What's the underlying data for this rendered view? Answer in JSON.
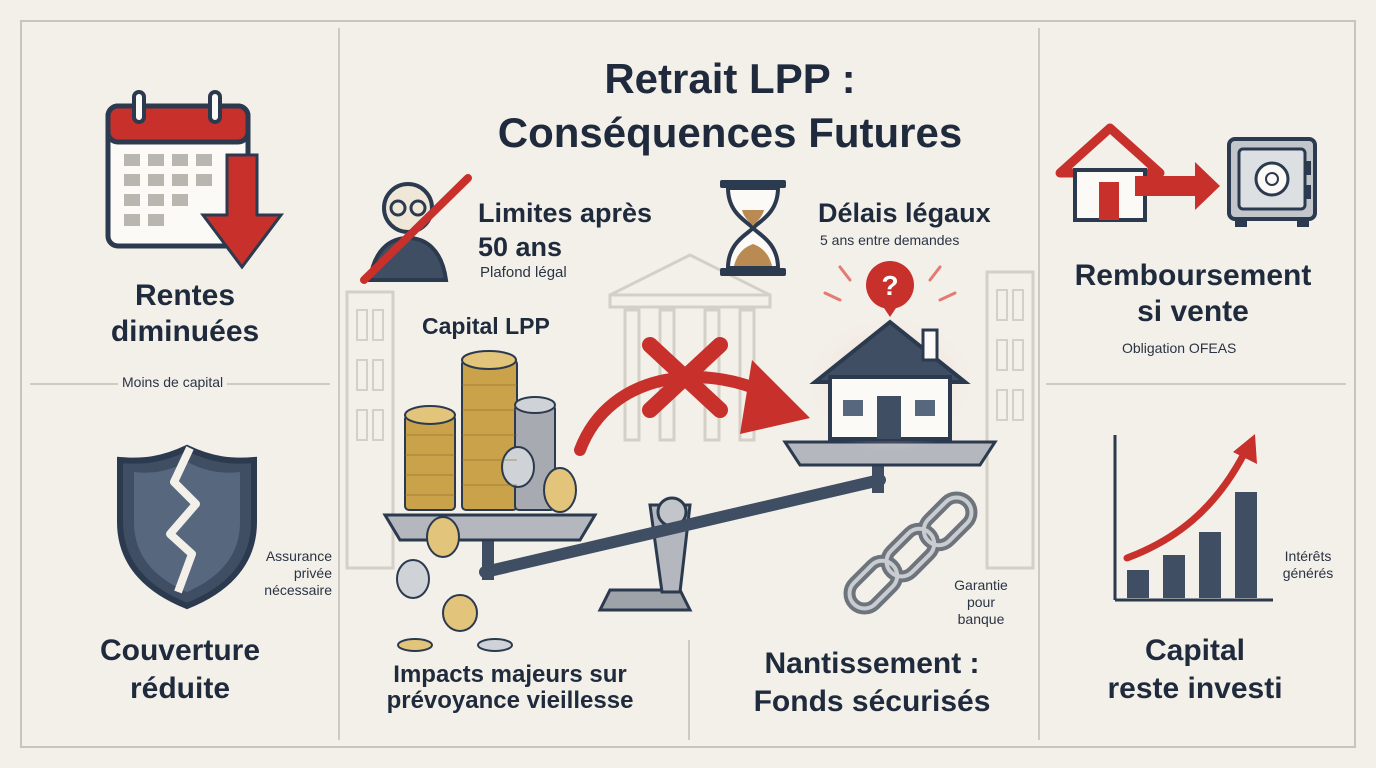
{
  "title_line1": "Retrait LPP :",
  "title_line2": "Conséquences Futures",
  "left": {
    "rentes_line1": "Rentes",
    "rentes_line2": "diminuées",
    "rentes_note": "Moins de capital",
    "assurance_l1": "Assurance",
    "assurance_l2": "privée",
    "assurance_l3": "nécessaire",
    "couverture_l1": "Couverture",
    "couverture_l2": "réduite"
  },
  "center": {
    "limites_l1": "Limites après",
    "limites_l2": "50 ans",
    "limites_note": "Plafond légal",
    "delais_title": "Délais légaux",
    "delais_note": "5 ans entre demandes",
    "capital_label": "Capital LPP",
    "impacts_l1": "Impacts majeurs  sur",
    "impacts_l2": "prévoyance vieillesse",
    "garantie_l1": "Garantie",
    "garantie_l2": "pour",
    "garantie_l3": "banque",
    "nantissement_l1": "Nantissement :",
    "nantissement_l2": "Fonds sécurisés"
  },
  "right": {
    "remb_l1": "Remboursement",
    "remb_l2": "si vente",
    "remb_note": "Obligation OFEAS",
    "interets_l1": "Intérêts",
    "interets_l2": "générés",
    "capital_l1": "Capital",
    "capital_l2": "reste investi"
  },
  "colors": {
    "accent_red": "#c8302b",
    "navy": "#2c3a4f",
    "gold": "#c9a24a",
    "background": "#f3f0e9"
  },
  "icons": [
    "calendar-icon",
    "down-arrow-icon",
    "broken-shield-icon",
    "crossed-elderly-icon",
    "hourglass-icon",
    "coin-stack-icon",
    "balance-scale-icon",
    "house-icon",
    "question-badge-icon",
    "chain-icon",
    "house-to-safe-icon",
    "safe-icon",
    "growth-chart-icon"
  ]
}
